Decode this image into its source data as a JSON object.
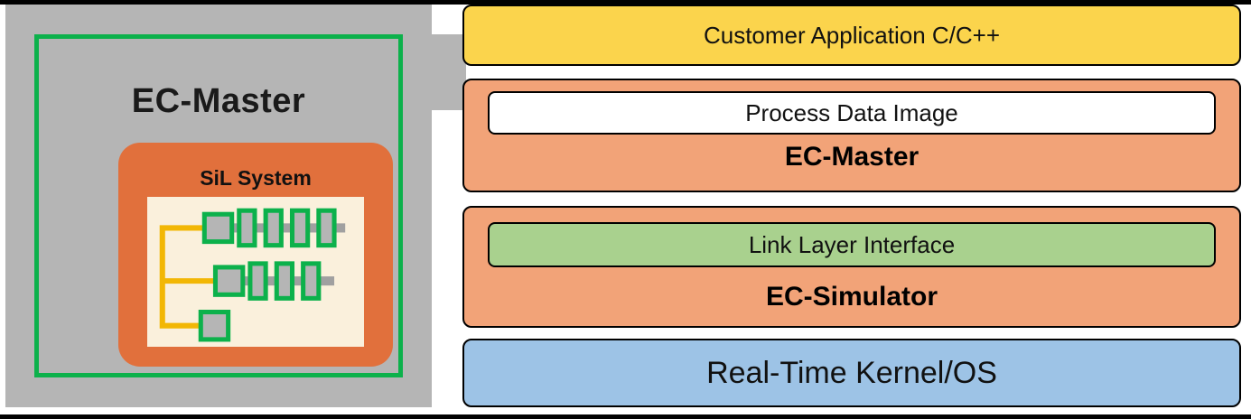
{
  "diagram": {
    "left": {
      "title": "EC-Master",
      "sil_label": "SiL System"
    },
    "stack": {
      "customer_app": "Customer Application C/C++",
      "process_data_image": "Process Data Image",
      "ec_master": "EC-Master",
      "link_layer": "Link Layer Interface",
      "ec_simulator": "EC-Simulator",
      "kernel": "Real-Time Kernel/OS"
    },
    "colors": {
      "panel_gray": "#b5b5b5",
      "frame_green": "#0cb14b",
      "sil_orange": "#e1703c",
      "layer_orange": "#f2a378",
      "app_yellow": "#fbd44c",
      "link_green": "#a9d18e",
      "kernel_blue": "#9dc3e6",
      "wire_yellow": "#f2b705"
    }
  }
}
